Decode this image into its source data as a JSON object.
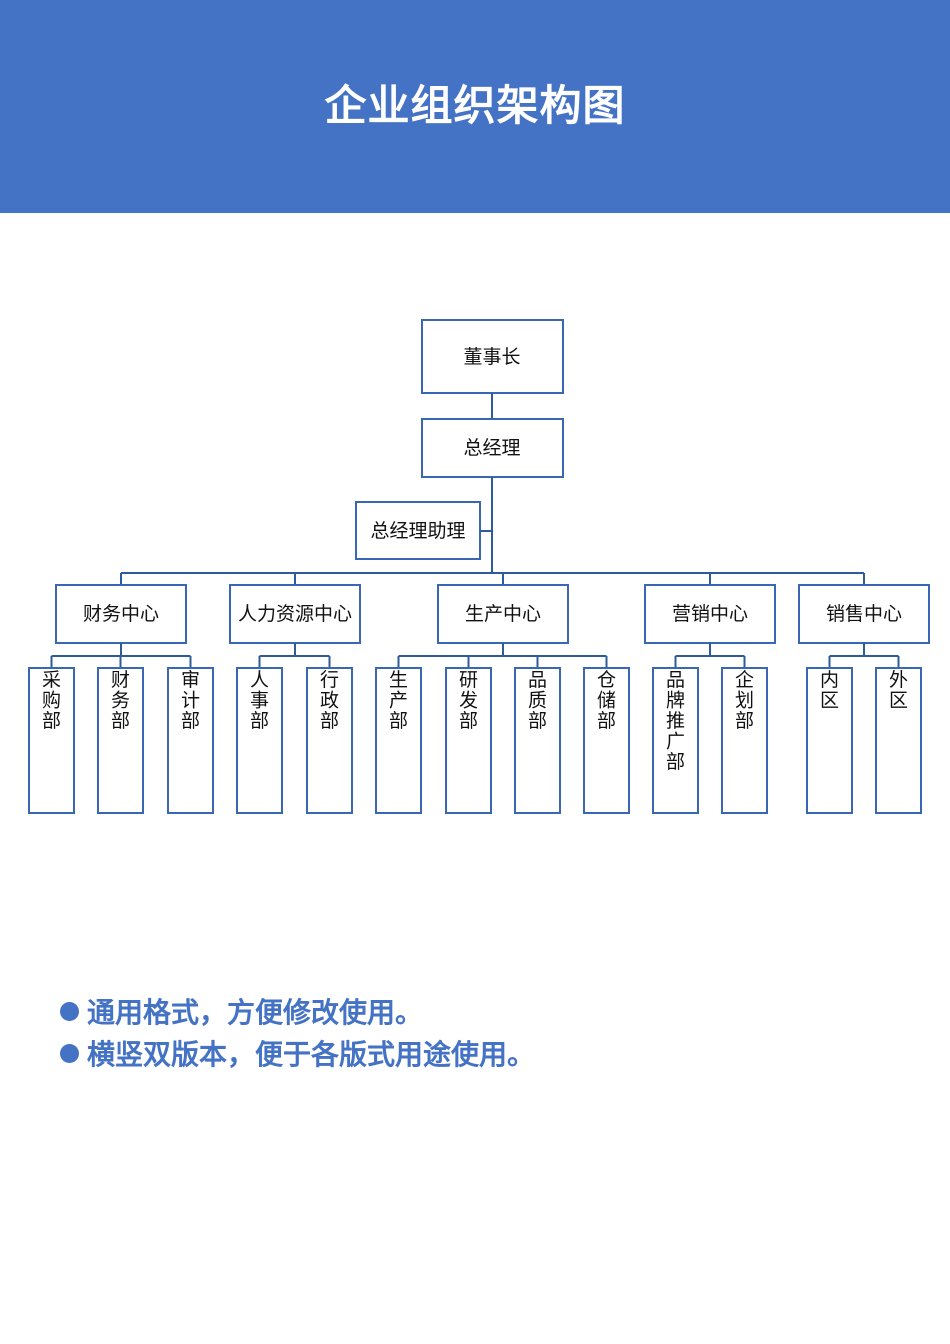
{
  "title": "企业组织架构图",
  "colors": {
    "header": "#4472c4",
    "line": "#2e5b99",
    "box_border": "#3a67b4",
    "accent": "#4472c4"
  },
  "org": {
    "chairman": "董事长",
    "gm": "总经理",
    "assistant": "总经理助理",
    "centers": [
      {
        "label": "财务中心",
        "departments": [
          "采购部",
          "财务部",
          "审计部"
        ]
      },
      {
        "label": "人力资源中心",
        "departments": [
          "人事部",
          "行政部"
        ]
      },
      {
        "label": "生产中心",
        "departments": [
          "生产部",
          "研发部",
          "品质部",
          "仓储部"
        ]
      },
      {
        "label": "营销中心",
        "departments": [
          "品牌推广部",
          "企划部"
        ]
      },
      {
        "label": "销售中心",
        "departments": [
          "内区",
          "外区"
        ]
      }
    ]
  },
  "notes": [
    "通用格式，方便修改使用。",
    "横竖双版本，便于各版式用途使用。"
  ]
}
